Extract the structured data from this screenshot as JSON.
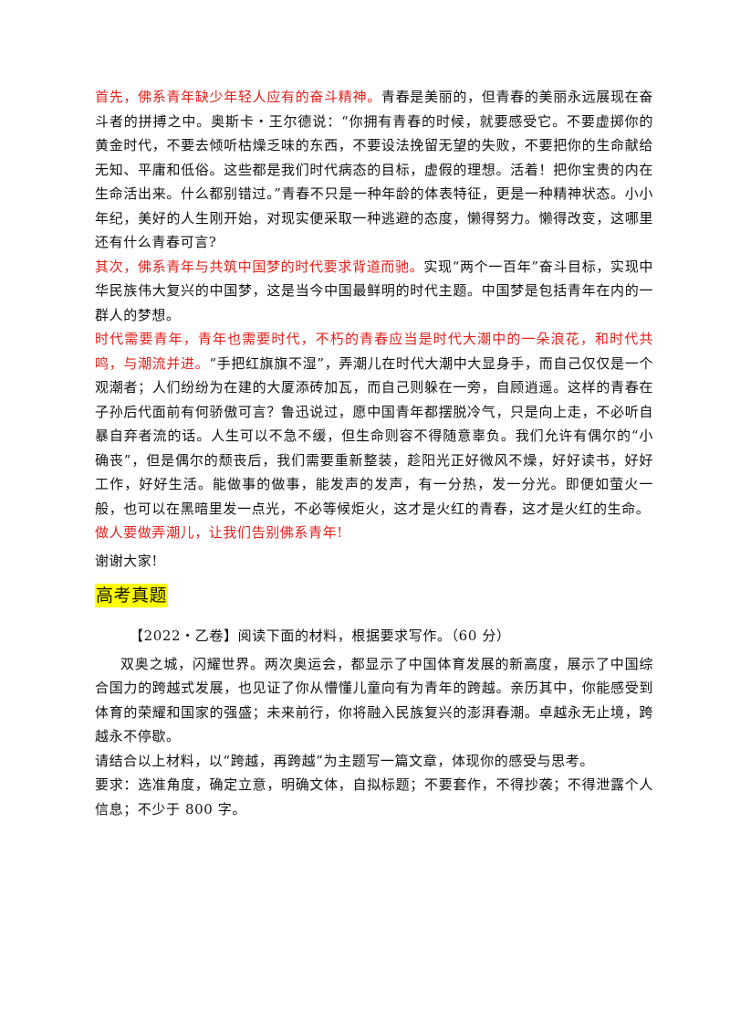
{
  "paragraphs": {
    "p1_red": "首先，佛系青年缺少年轻人应有的奋斗精神。",
    "p1_rest": "青春是美丽的，但青春的美丽永远展现在奋斗者的拼搏之中。奥斯卡・王尔德说：“你拥有青春的时候，就要感受它。不要虚掷你的黄金时代，不要去倾听枯燥乏味的东西，不要设法挽留无望的失败，不要把你的生命献给无知、平庸和低俗。这些都是我们时代病态的目标，虚假的理想。活着！把你宝贵的内在生命活出来。什么都别错过。”青春不只是一种年龄的体表特征，更是一种精神状态。小小年纪，美好的人生刚开始，对现实便采取一种逃避的态度，懒得努力。懒得改变，这哪里还有什么青春可言?",
    "p2_red": "其次，佛系青年与共筑中国梦的时代要求背道而驰。",
    "p2_rest": "实现“两个一百年”奋斗目标，实现中华民族伟大复兴的中国梦，这是当今中国最鲜明的时代主题。中国梦是包括青年在内的一群人的梦想。",
    "p3_red": "时代需要青年，青年也需要时代，不朽的青春应当是时代大潮中的一朵浪花，和时代共鸣，与潮流并进。",
    "p3_rest": "“手把红旗旗不湿”，弄潮儿在时代大潮中大显身手，而自己仅仅是一个观潮者；人们纷纷为在建的大厦添砖加瓦，而自己则躲在一旁，自顾逍遥。这样的青春在子孙后代面前有何骄傲可言？鲁迅说过，愿中国青年都摆脱冷气，只是向上走，不必听自暴自弃者流的话。人生可以不急不缓，但生命则容不得随意辜负。我们允许有偶尔的“小确丧”，但是偶尔的颓丧后，我们需要重新整装，趁阳光正好微风不燥，好好读书，好好工作，好好生活。能做事的做事，能发声的发声，有一分热，发一分光。即便如萤火一般，也可以在黑暗里发一点光，不必等候炬火，这才是火红的青春，这才是火红的生命。",
    "p4_red": "做人要做弄潮儿，让我们告别佛系青年!",
    "p5": "谢谢大家!"
  },
  "section": {
    "heading": "高考真题",
    "exam_title": "【2022・乙卷】阅读下面的材料，根据要求写作。（60 分）",
    "material": "双奥之城，闪耀世界。两次奥运会，都显示了中国体育发展的新高度，展示了中国综合国力的跨越式发展，也见证了你从懵懂儿童向有为青年的跨越。亲历其中，你能感受到体育的荣耀和国家的强盛；未来前行，你将融入民族复兴的澎湃春潮。卓越永无止境，跨越永不停歇。",
    "instruction": "请结合以上材料，以“跨越，再跨越”为主题写一篇文章，体现你的感受与思考。",
    "requirements": "要求：选准角度，确定立意，明确文体，自拟标题；不要套作，不得抄袭；不得泄露个人信息；不少于 800 字。"
  },
  "colors": {
    "red_text": "#e3201b",
    "highlight": "#ffff00"
  }
}
